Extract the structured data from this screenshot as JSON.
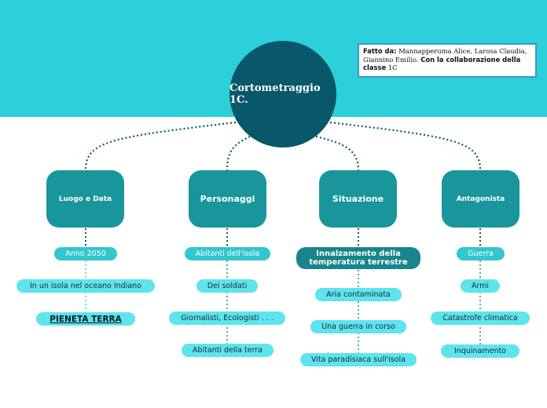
{
  "root": {
    "label": "Cortometraggio 1C."
  },
  "note": {
    "prefix": "Fatto da:",
    "names": "Mannapperuma Alice, Larosa Claudia, Giannino Emilio.",
    "suffix": "Con la collaborazione della classe",
    "class_name": "1C"
  },
  "branches": [
    {
      "label": "Luogo e Data",
      "items": [
        "Anno 2050",
        "In un isola nel oceano Indiano",
        "PIENETA TERRA"
      ]
    },
    {
      "label": "Personaggi",
      "items": [
        "Abitanti dell'isola",
        "Dei soldati",
        "Giornalisti, Ecologisti . . .",
        "Abitanti della terra"
      ]
    },
    {
      "label": "Situazione",
      "items": [
        "Innalzamento della temperatura terrestre",
        "Aria contaminata",
        "Una guerra in corso",
        "Vita paradisiaca sull'isola"
      ]
    },
    {
      "label": "Antagonista",
      "items": [
        "Guerra",
        "Armi",
        "Catastrofe climatica",
        "Inquinamento"
      ]
    }
  ],
  "colors": {
    "header_band": "#2bd0da",
    "root_fill": "#08586a",
    "branch_fill": "#19969c",
    "pill_fill": "#5ee4ef",
    "first_pill_fill": "#33c6cf"
  }
}
